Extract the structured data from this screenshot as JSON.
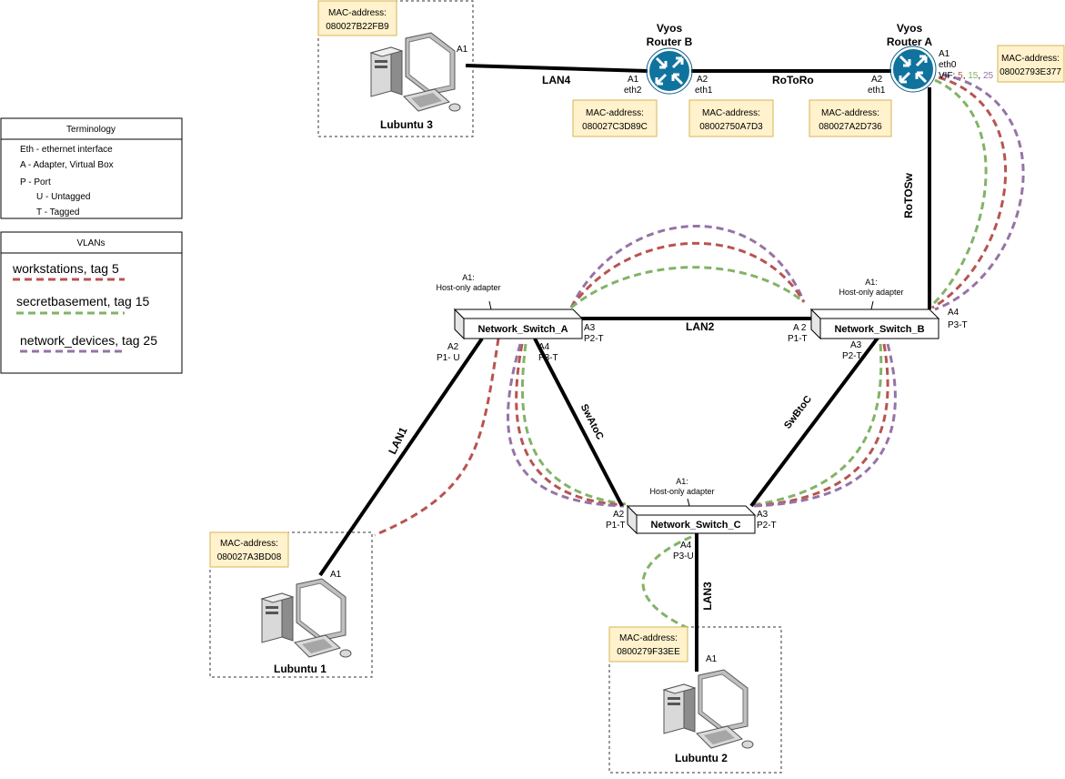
{
  "colors": {
    "workstations": "#b85450",
    "secretbasement": "#82b366",
    "network_devices": "#9673a6",
    "router": "#10739e",
    "mac_fill": "#fff2cc"
  },
  "terminology": {
    "title": "Terminology",
    "eth": "Eth - ethernet interface",
    "adapter": "A - Adapter, Virtual Box",
    "port": "P - Port",
    "untagged": "U - Untagged",
    "tagged": "T - Tagged"
  },
  "vlans": {
    "title": "VLANs",
    "items": [
      {
        "label": "workstations, tag 5",
        "color": "#b85450"
      },
      {
        "label": "secretbasement, tag 15",
        "color": "#82b366"
      },
      {
        "label": "network_devices, tag 25",
        "color": "#9673a6"
      }
    ]
  },
  "mac_title": "MAC-address:",
  "hosts": {
    "lubuntu3": {
      "name": "Lubuntu 3",
      "mac": "080027B22FB9",
      "adapter": "A1"
    },
    "lubuntu1": {
      "name": "Lubuntu 1",
      "mac": "080027A3BD08",
      "adapter": "A1"
    },
    "lubuntu2": {
      "name": "Lubuntu 2",
      "mac": "0800279F33EE",
      "adapter": "A1"
    }
  },
  "routers": {
    "b": {
      "name_line1": "Vyos",
      "name_line2": "Router B",
      "a1": "A1",
      "eth2": "eth2",
      "a2": "A2",
      "eth1": "eth1",
      "mac_eth2": "080027C3D89C",
      "mac_eth1": "08002750A7D3"
    },
    "a": {
      "name_line1": "Vyos",
      "name_line2": "Router A",
      "a1": "A1",
      "eth0": "eth0",
      "vif_prefix": "VIF:",
      "vif_5": "5",
      "vif_15": "15",
      "vif_25": "25",
      "a2": "A2",
      "eth1": "eth1",
      "mac_eth0": "08002793E377",
      "mac_eth1": "080027A2D736"
    }
  },
  "links": {
    "lan4": "LAN4",
    "rotoro": "RoToRo",
    "rotosw": "RoTOSw",
    "lan2": "LAN2",
    "lan1": "LAN1",
    "swatoc": "SwAtoC",
    "swbtoc": "SwBtoC",
    "lan3": "LAN3"
  },
  "switches": {
    "a": {
      "name": "Network_Switch_A",
      "hostonly_1": "A1:",
      "hostonly_2": "Host-only adapter",
      "a2": "A2",
      "p1": "P1- U",
      "a4": "A4",
      "p3": "P3-T",
      "a3": "A3",
      "p2": "P2-T"
    },
    "b": {
      "name": "Network_Switch_B",
      "hostonly_1": "A1:",
      "hostonly_2": "Host-only adapter",
      "a2": "A 2",
      "p1": "P1-T",
      "a3": "A3",
      "p2": "P2-T",
      "a4": "A4",
      "p3": "P3-T"
    },
    "c": {
      "name": "Network_Switch_C",
      "hostonly_1": "A1:",
      "hostonly_2": "Host-only adapter",
      "a2": "A2",
      "p1": "P1-T",
      "a3": "A3",
      "p2": "P2-T",
      "a4": "A4",
      "p3": "P3-U"
    }
  }
}
